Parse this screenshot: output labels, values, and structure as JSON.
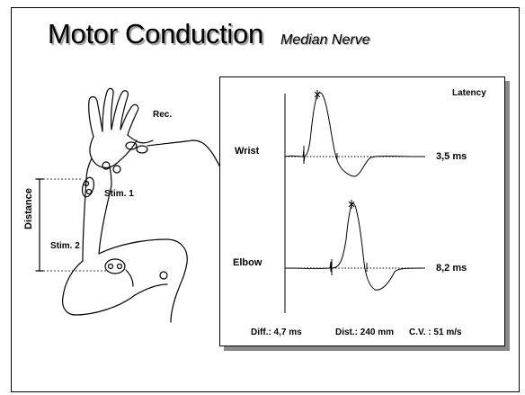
{
  "slide": {
    "title": "Motor Conduction",
    "subtitle": "Median Nerve"
  },
  "illustration": {
    "rec_label": "Rec.",
    "stim1_label": "Stim. 1",
    "stim2_label": "Stim. 2",
    "distance_label": "Distance"
  },
  "panel": {
    "header": "Latency",
    "traces": [
      {
        "site": "Wrist",
        "latency": "3,5 ms"
      },
      {
        "site": "Elbow",
        "latency": "8,2 ms"
      }
    ],
    "summary": {
      "diff": "Diff.: 4,7 ms",
      "dist": "Dist.: 240 mm",
      "cv": "C.V. : 51 m/s"
    }
  }
}
